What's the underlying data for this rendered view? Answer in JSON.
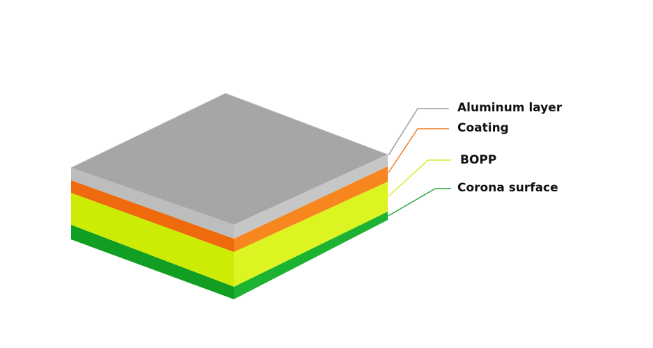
{
  "layers": [
    {
      "label": "Aluminum layer",
      "color": "#A8A8A8"
    },
    {
      "label": "Coating",
      "color": "#F27011"
    },
    {
      "label": "BOPP",
      "color": "#D4F00C"
    },
    {
      "label": "Corona surface",
      "color": "#16A82A"
    }
  ]
}
